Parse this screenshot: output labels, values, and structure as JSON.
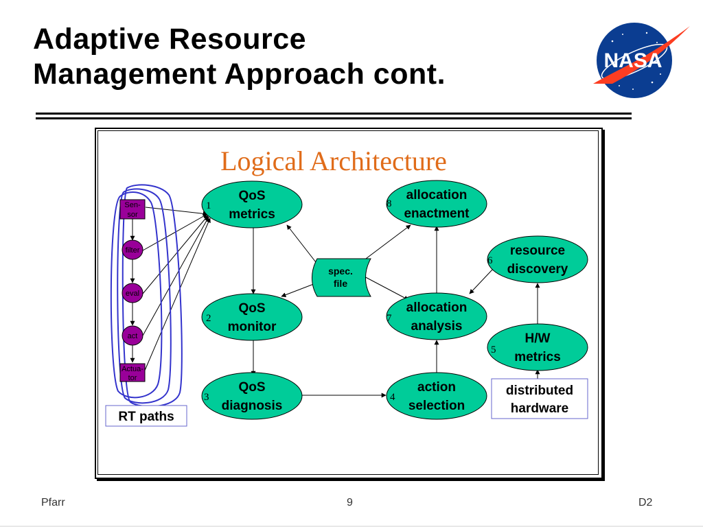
{
  "slide": {
    "title_line1": "Adaptive Resource",
    "title_line2": "Management Approach cont."
  },
  "logo": {
    "text": "NASA",
    "icon": "nasa-meatball-logo"
  },
  "diagram": {
    "heading": "Logical Architecture",
    "nodes": {
      "qos_metrics": {
        "num": "1",
        "line1": "QoS",
        "line2": "metrics"
      },
      "qos_monitor": {
        "num": "2",
        "line1": "QoS",
        "line2": "monitor"
      },
      "qos_diagnosis": {
        "num": "3",
        "line1": "QoS",
        "line2": "diagnosis"
      },
      "action_selection": {
        "num": "4",
        "line1": "action",
        "line2": "selection"
      },
      "hw_metrics": {
        "num": "5",
        "line1": "H/W",
        "line2": "metrics"
      },
      "resource_discovery": {
        "num": "6",
        "line1": "resource",
        "line2": "discovery"
      },
      "allocation_analysis": {
        "num": "7",
        "line1": "allocation",
        "line2": "analysis"
      },
      "allocation_enactment": {
        "num": "8",
        "line1": "allocation",
        "line2": "enactment"
      }
    },
    "spec_file": {
      "line1": "spec.",
      "line2": "file"
    },
    "distributed_hardware": {
      "line1": "distributed",
      "line2": "hardware"
    },
    "rt_paths_label": "RT paths",
    "rt_chain": {
      "sensor": {
        "line1": "Sen-",
        "line2": "sor"
      },
      "filter": "filter",
      "eval": "eval",
      "act": "act",
      "actuator": {
        "line1": "Actua-",
        "line2": "tor"
      }
    },
    "colors": {
      "ellipse_fill": "#00cc99",
      "purple": "#990099",
      "heading": "#e06c1a",
      "loop_stroke": "#3333cc",
      "hw_box_border": "#6666cc"
    }
  },
  "footer": {
    "left": "Pfarr",
    "center": "9",
    "right": "D2"
  }
}
